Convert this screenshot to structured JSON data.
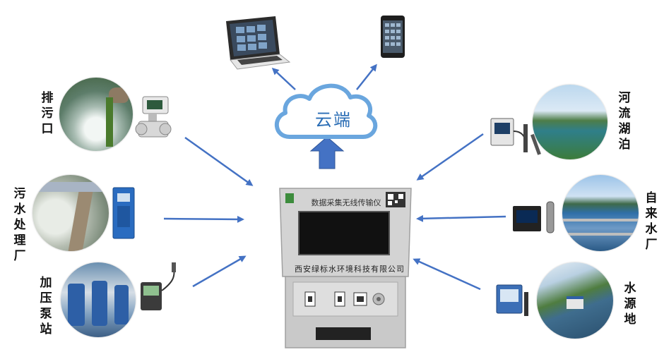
{
  "cloud": {
    "label": "云端"
  },
  "device": {
    "title": "数据采集无线传输仪",
    "company": "西安绿标水环境科技有限公司"
  },
  "sources_left": [
    {
      "label": "排污口"
    },
    {
      "label": "污水处理厂"
    },
    {
      "label": "加压泵站"
    }
  ],
  "sources_right": [
    {
      "label": "河流湖泊"
    },
    {
      "label": "自来水厂"
    },
    {
      "label": "水源地"
    }
  ],
  "colors": {
    "arrow": "#4472c4",
    "cloud_stroke": "#6aa6de",
    "device_body": "#d0d0d0"
  }
}
